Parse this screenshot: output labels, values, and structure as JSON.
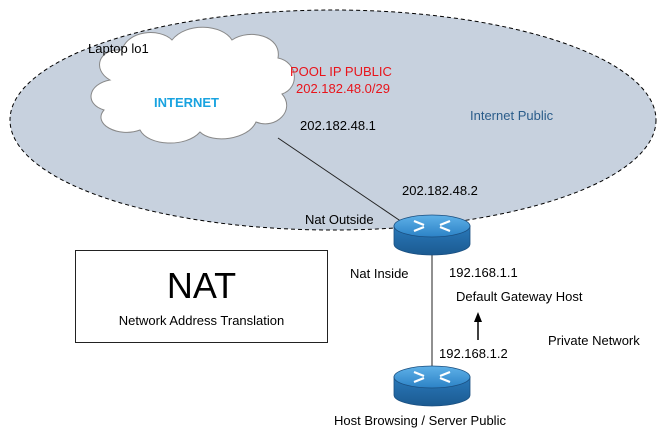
{
  "cloud": {
    "label": "INTERNET",
    "name": "Laptop lo1"
  },
  "pool": {
    "title": "POOL IP PUBLIC",
    "subnet": "202.182.48.0/29"
  },
  "zones": {
    "internet": "Internet Public",
    "private": "Private Network"
  },
  "addresses": {
    "cloud_link": "202.182.48.1",
    "router_outside": "202.182.48.2",
    "router_inside": "192.168.1.1",
    "host": "192.168.1.2"
  },
  "interfaces": {
    "outside": "Nat Outside",
    "inside": "Nat Inside"
  },
  "gateway_label": "Default Gateway Host",
  "host_label": "Host Browsing / Server Public",
  "nat": {
    "title": "NAT",
    "subtitle": "Network Address Translation"
  },
  "colors": {
    "ellipse_fill": "#c7d1de",
    "router_blue": "#2e86c9",
    "pool_text": "#e8141b",
    "cloud_text": "#19a3e0"
  }
}
